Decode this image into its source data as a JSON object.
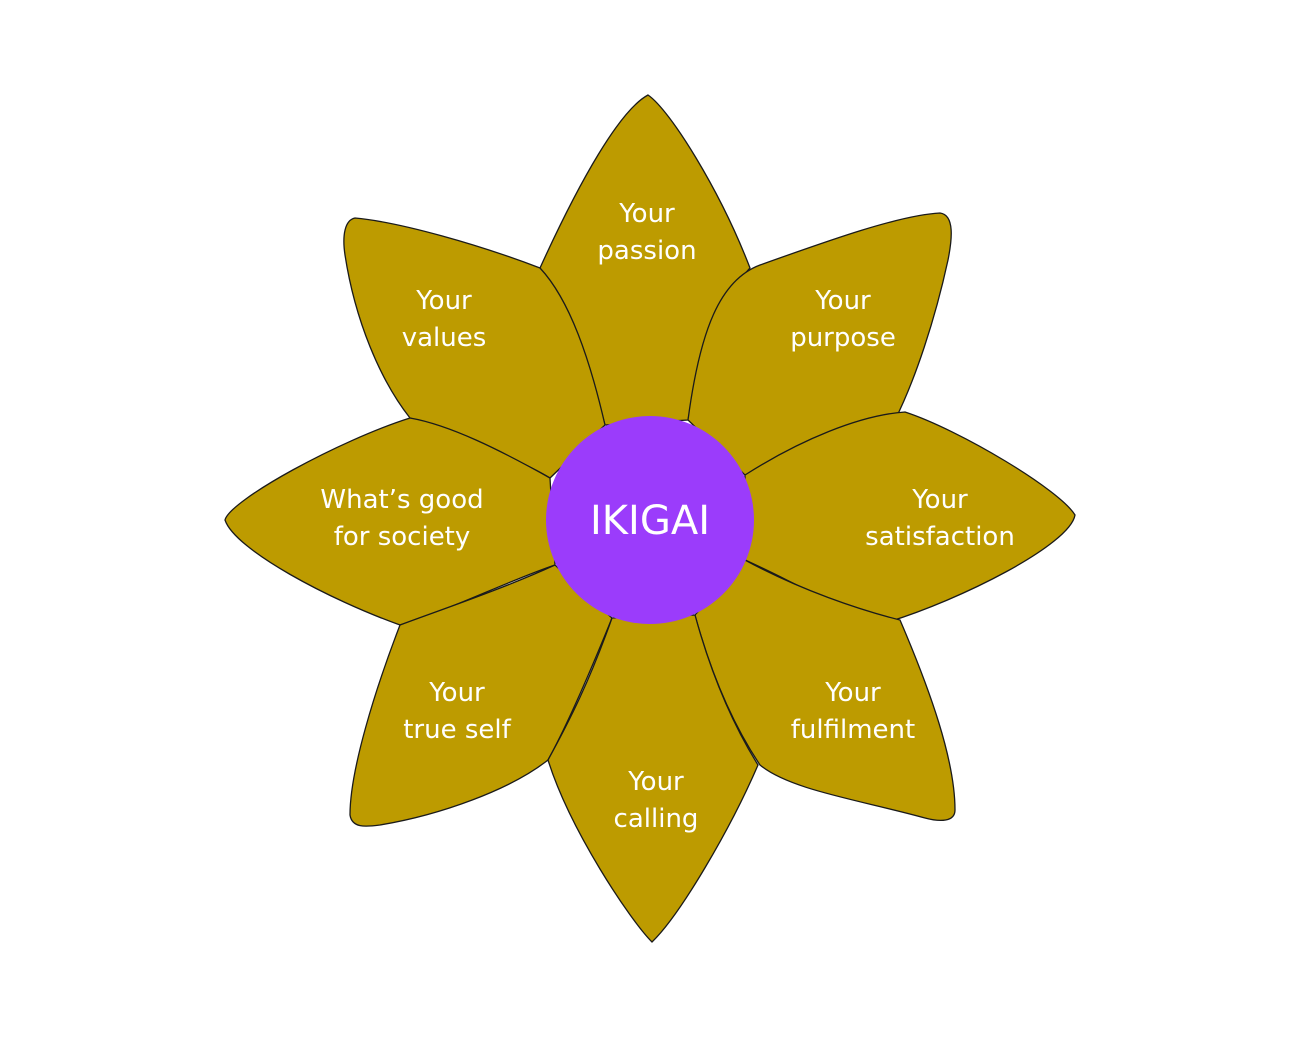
{
  "center": {
    "label": "IKIGAI",
    "color": "#9b3cfb"
  },
  "petal_color": "#bd9b00",
  "petals": [
    {
      "line1": "Your",
      "line2": "passion"
    },
    {
      "line1": "Your",
      "line2": "purpose"
    },
    {
      "line1": "Your",
      "line2": "satisfaction"
    },
    {
      "line1": "Your",
      "line2": "fulfilment"
    },
    {
      "line1": "Your",
      "line2": "calling"
    },
    {
      "line1": "Your",
      "line2": "true self"
    },
    {
      "line1": "What’s good",
      "line2": "for society"
    },
    {
      "line1": "Your",
      "line2": "values"
    }
  ]
}
